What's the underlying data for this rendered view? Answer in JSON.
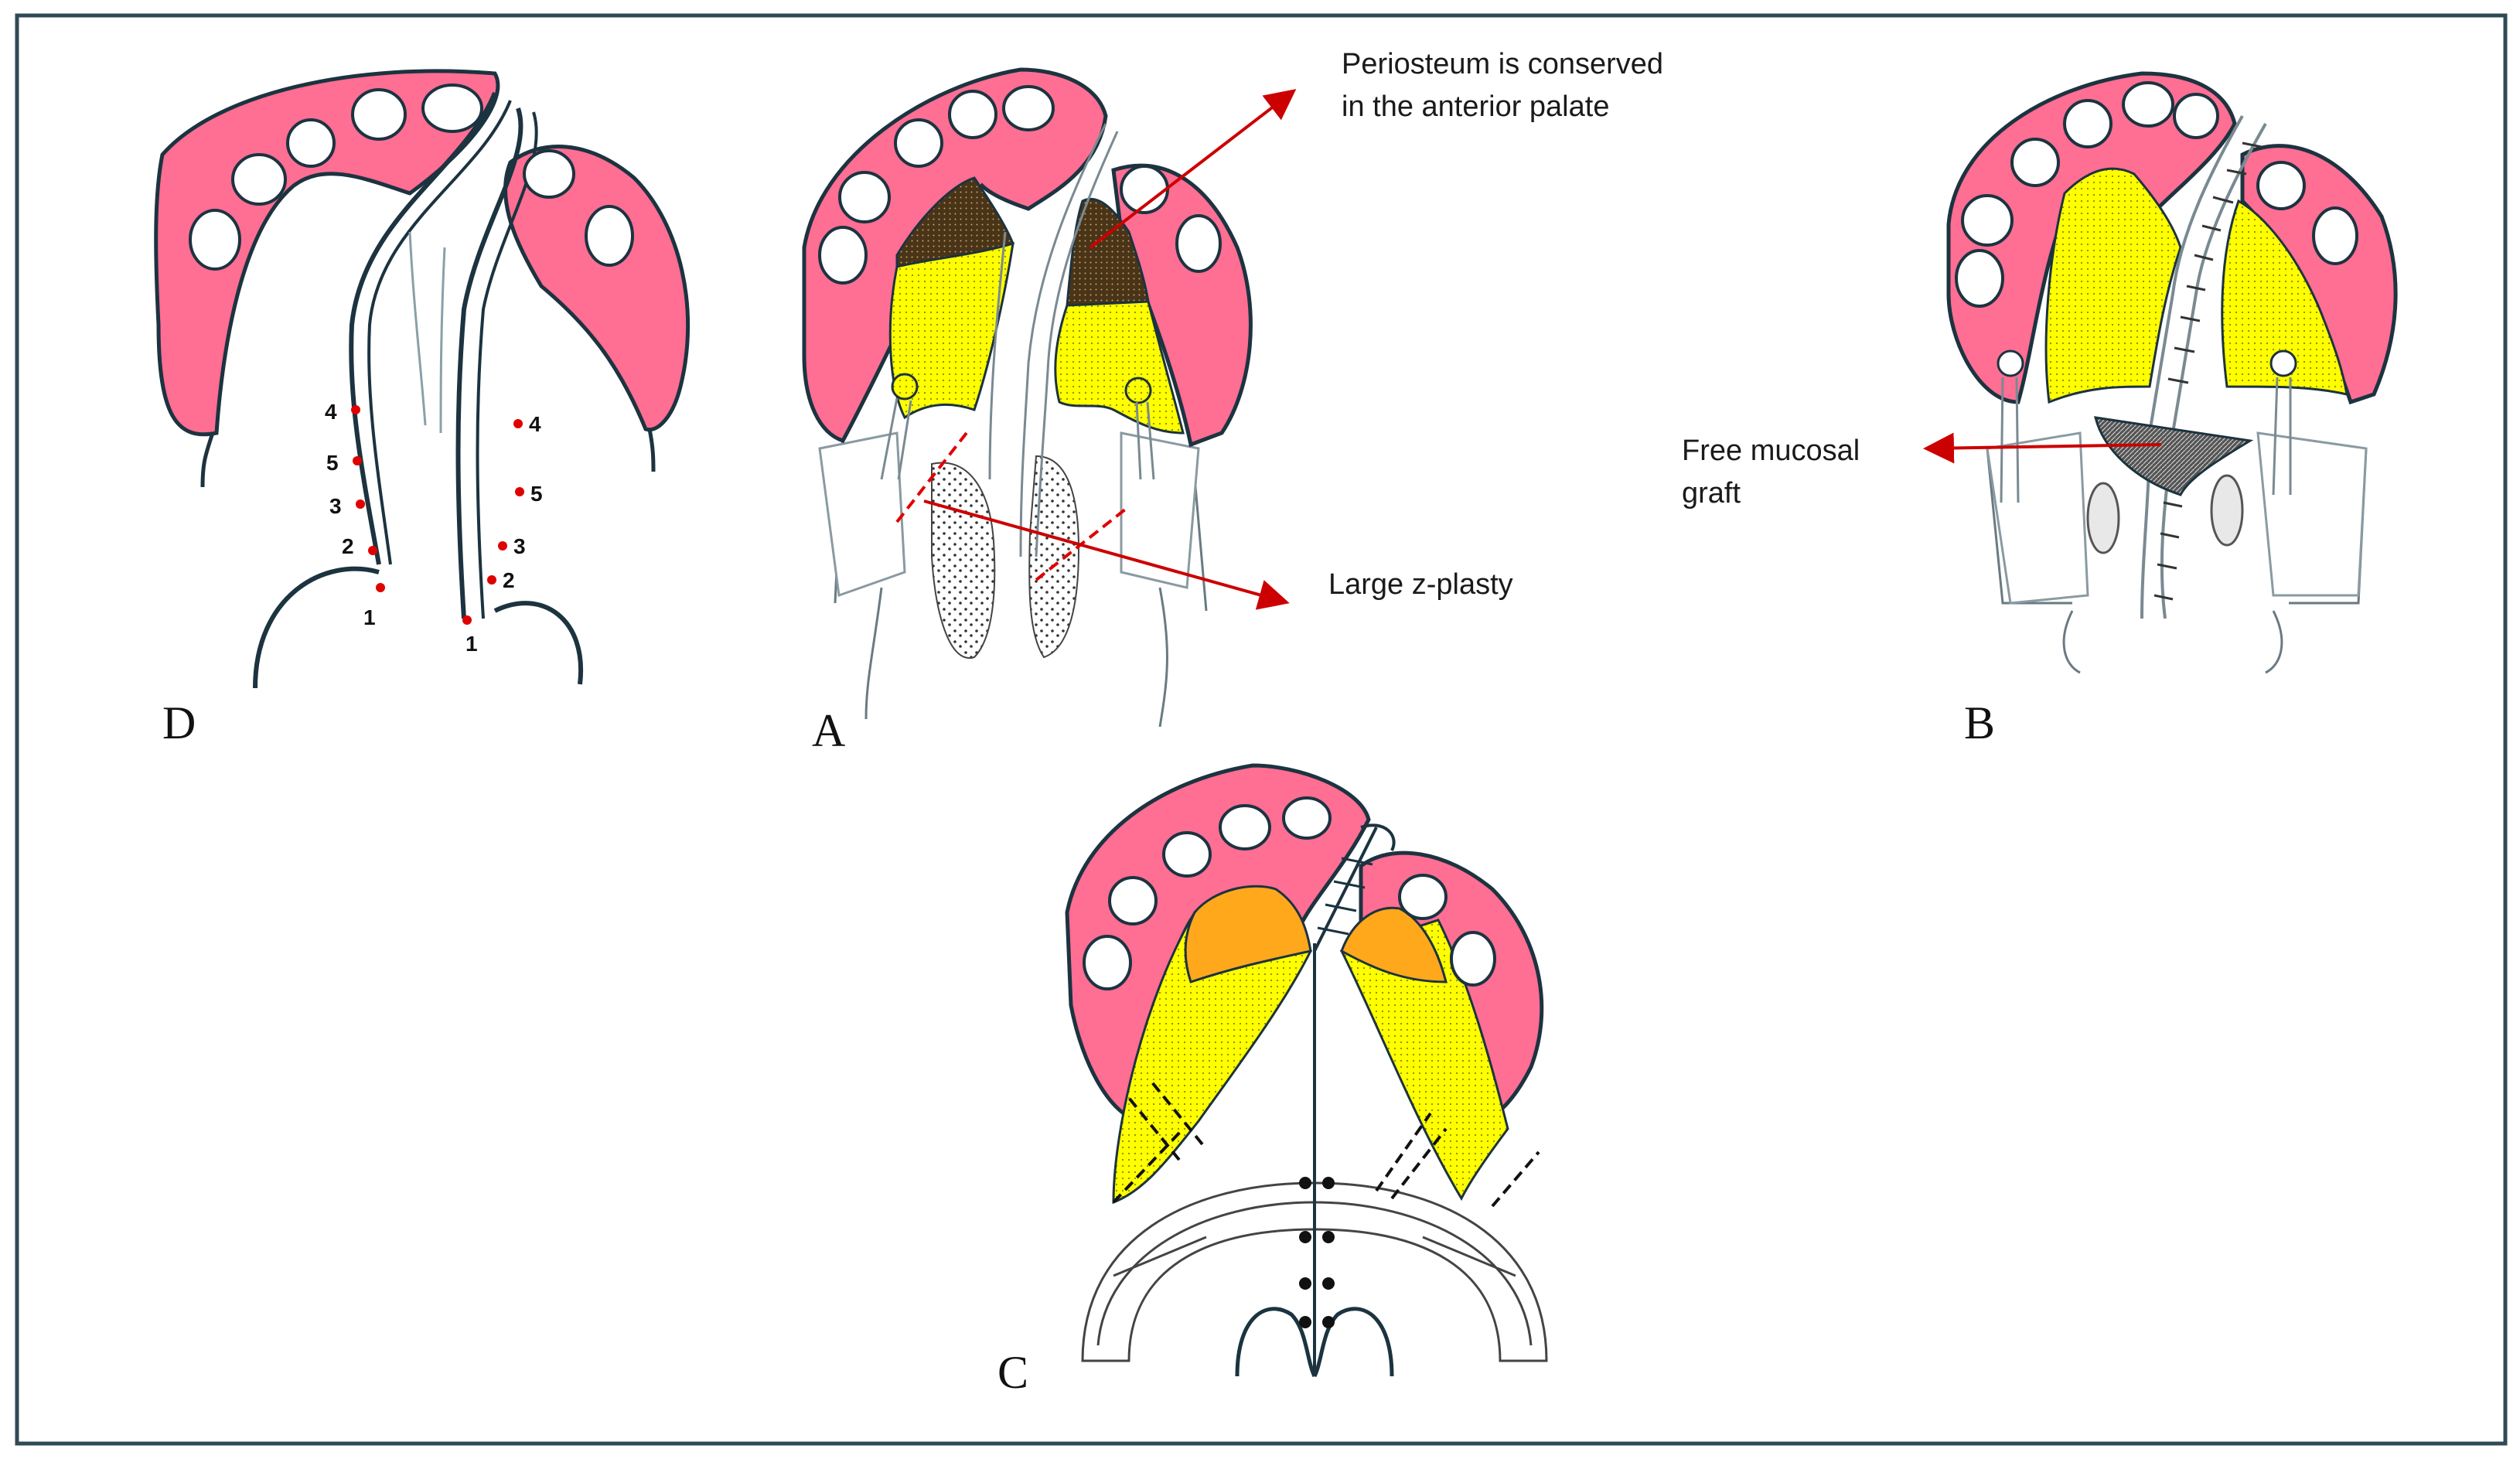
{
  "panels": {
    "D": {
      "letter": "D",
      "left_numbers": [
        "4",
        "5",
        "3",
        "2",
        "1"
      ],
      "right_numbers": [
        "4",
        "5",
        "3",
        "2",
        "1"
      ]
    },
    "A": {
      "letter": "A"
    },
    "B": {
      "letter": "B"
    },
    "C": {
      "letter": "C"
    }
  },
  "annotations": {
    "periosteum_line1": "Periosteum is conserved",
    "periosteum_line2": "in the anterior palate",
    "zplasty": "Large z-plasty",
    "graft_line1": "Free mucosal",
    "graft_line2": "graft"
  },
  "colors": {
    "gum": "#ff6e93",
    "flap_yellow": "#ffff00",
    "flap_dark": "#4a3418",
    "flap_orange": "#ffa81c",
    "arrow_red": "#cc0000",
    "outline": "#1c3340",
    "frame": "#2f4a54"
  }
}
